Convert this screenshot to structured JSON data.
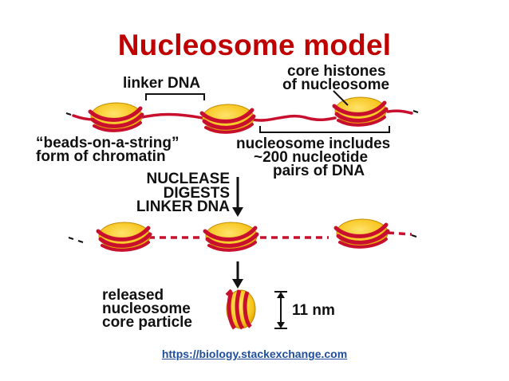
{
  "title": "Nucleosome model",
  "labels": {
    "linker_dna": "linker DNA",
    "core_histones_1": "core histones",
    "core_histones_2": "of nucleosome",
    "beads_1": "“beads-on-a-string”",
    "beads_2": "form of chromatin",
    "includes_1": "nucleosome includes",
    "includes_2": "~200 nucleotide",
    "includes_3": "pairs of DNA",
    "nuclease_1": "NUCLEASE",
    "nuclease_2": "DIGESTS",
    "nuclease_3": "LINKER DNA",
    "released_1": "released",
    "released_2": "nucleosome",
    "released_3": "core particle",
    "size": "11 nm"
  },
  "source_link": "https://biology.stackexchange.com",
  "colors": {
    "title": "#c00000",
    "dna": "#c8102e",
    "histone": "#f7c41b",
    "histone_shade": "#e0a000",
    "link": "#1f4e9d",
    "text": "#111111"
  }
}
